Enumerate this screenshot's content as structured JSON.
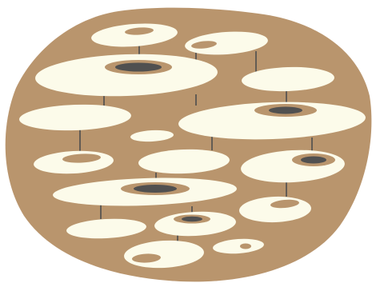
{
  "colors": {
    "background": "#ffffff",
    "blob": "#b9956d",
    "disc": "#fcfbea",
    "ring": "#b9956d",
    "core": "#505050",
    "stem": "#4d4d4d"
  },
  "icons": [
    "organic-blob-shape",
    "cream-ellipse-discs",
    "dark-oval-cores",
    "connector-stems"
  ]
}
